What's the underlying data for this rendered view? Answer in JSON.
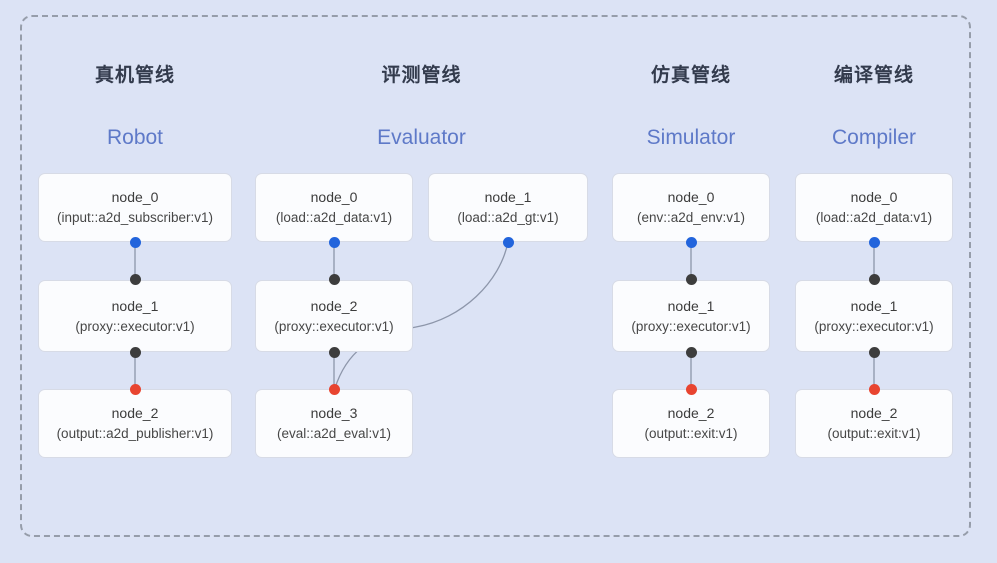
{
  "diagram": {
    "pipelines": [
      {
        "title_cn": "真机管线",
        "title_en": "Robot",
        "nodes": [
          {
            "name": "node_0",
            "spec": "(input::a2d_subscriber:v1)"
          },
          {
            "name": "node_1",
            "spec": "(proxy::executor:v1)"
          },
          {
            "name": "node_2",
            "spec": "(output::a2d_publisher:v1)"
          }
        ]
      },
      {
        "title_cn": "评测管线",
        "title_en": "Evaluator",
        "nodes": [
          {
            "name": "node_0",
            "spec": "(load::a2d_data:v1)"
          },
          {
            "name": "node_1",
            "spec": "(load::a2d_gt:v1)"
          },
          {
            "name": "node_2",
            "spec": "(proxy::executor:v1)"
          },
          {
            "name": "node_3",
            "spec": "(eval::a2d_eval:v1)"
          }
        ]
      },
      {
        "title_cn": "仿真管线",
        "title_en": "Simulator",
        "nodes": [
          {
            "name": "node_0",
            "spec": "(env::a2d_env:v1)"
          },
          {
            "name": "node_1",
            "spec": "(proxy::executor:v1)"
          },
          {
            "name": "node_2",
            "spec": "(output::exit:v1)"
          }
        ]
      },
      {
        "title_cn": "编译管线",
        "title_en": "Compiler",
        "nodes": [
          {
            "name": "node_0",
            "spec": "(load::a2d_data:v1)"
          },
          {
            "name": "node_1",
            "spec": "(proxy::executor:v1)"
          },
          {
            "name": "node_2",
            "spec": "(output::exit:v1)"
          }
        ]
      }
    ],
    "colors": {
      "background": "#dce3f5",
      "input_port_dot": "#2264dc",
      "internal_port_dot": "#3d3d3d",
      "output_port_dot": "#e84430",
      "title_en_text": "#5e79c8",
      "edge_line": "#8d96aa"
    }
  }
}
